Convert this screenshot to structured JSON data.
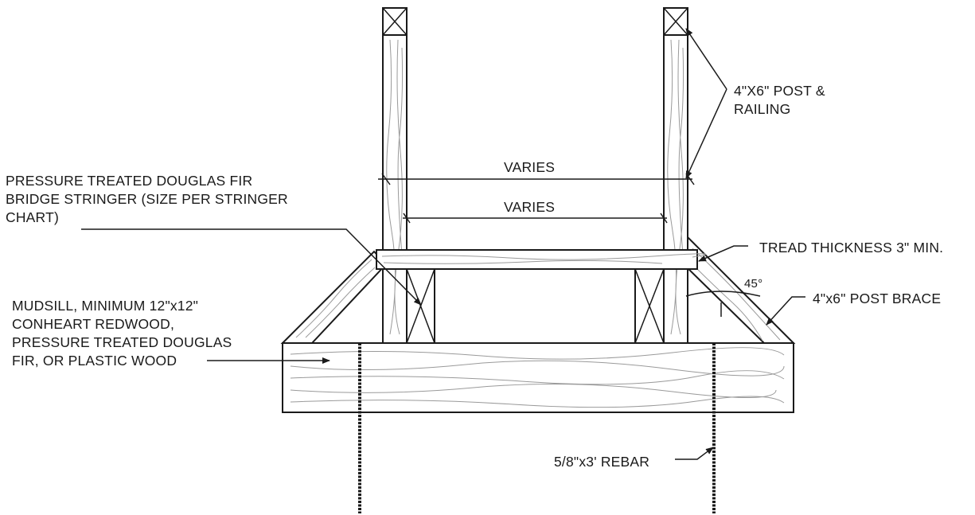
{
  "labels": {
    "stringer": [
      "PRESSURE TREATED DOUGLAS FIR",
      "BRIDGE STRINGER (SIZE PER STRINGER",
      "CHART)"
    ],
    "mudsill": [
      "MUDSILL, MINIMUM 12\"x12\"",
      "CONHEART REDWOOD,",
      "PRESSURE TREATED DOUGLAS",
      "FIR, OR PLASTIC WOOD"
    ],
    "post_railing": [
      "4\"X6\" POST &",
      "RAILING"
    ],
    "tread": "TREAD THICKNESS 3\" MIN.",
    "post_brace": "4\"x6\" POST BRACE",
    "rebar": "5/8\"x3' REBAR",
    "varies_outer": "VARIES",
    "varies_inner": "VARIES",
    "angle": "45°"
  },
  "colors": {
    "line": "#1a1a1a",
    "grain": "#9a9a9a",
    "wood_fill": "#ffffff"
  }
}
